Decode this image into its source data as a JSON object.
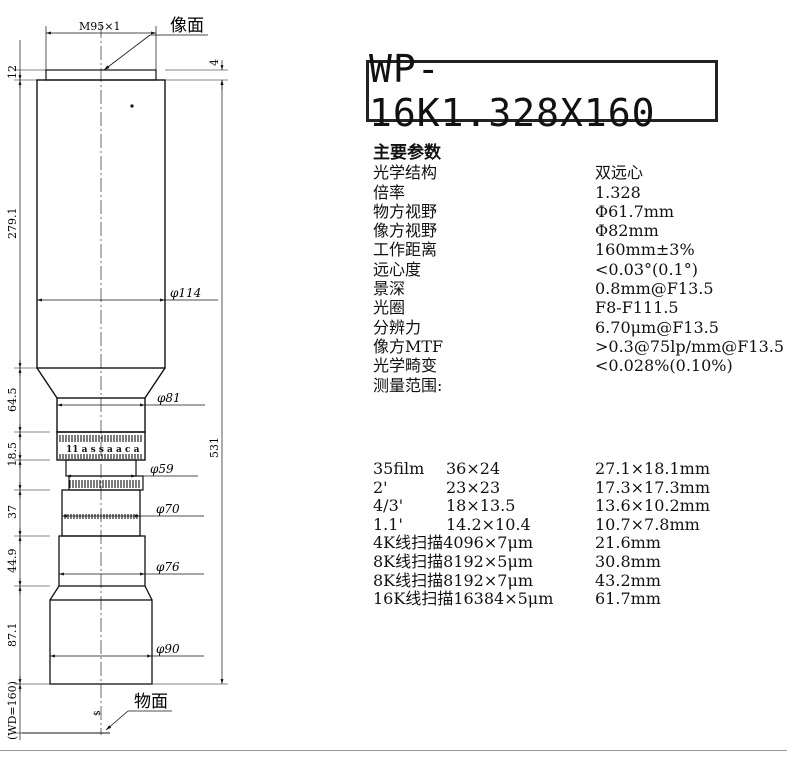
{
  "drawing": {
    "top_thread_label": "M95×1",
    "image_plane_label": "像面",
    "object_plane_label": "物面",
    "wd_label": "(WD=160)",
    "small_dim_label": "4",
    "length_labels": [
      "12",
      "279.1",
      "64.5",
      "18.5",
      "37",
      "44.9",
      "87.1"
    ],
    "total_length_label": "531",
    "diameter_labels": [
      "φ114",
      "φ81",
      "φ59",
      "φ70",
      "φ76",
      "φ90"
    ],
    "ring_engraving": "11 a s s a a c a",
    "bottom_mark": "$"
  },
  "model": "WP-16K1.328X160",
  "params": {
    "heading": "主要参数",
    "rows": [
      {
        "k": "光学结构",
        "v": "双远心"
      },
      {
        "k": "倍率",
        "v": "1.328"
      },
      {
        "k": "物方视野",
        "v": "Φ61.7mm"
      },
      {
        "k": "像方视野",
        "v": "Φ82mm"
      },
      {
        "k": "工作距离",
        "v": "160mm±3%"
      },
      {
        "k": "远心度",
        "v": "<0.03°(0.1°)"
      },
      {
        "k": "景深",
        "v": "0.8mm@F13.5"
      },
      {
        "k": "光圈",
        "v": "F8-F111.5"
      },
      {
        "k": "分辨力",
        "v": "6.70μm@F13.5"
      },
      {
        "k": "像方MTF",
        "v": ">0.3@75lp/mm@F13.5"
      },
      {
        "k": "光学畸变",
        "v": "<0.028%(0.10%)"
      },
      {
        "k": "测量范围:",
        "v": ""
      }
    ]
  },
  "measure": {
    "rows": [
      {
        "a": "35film",
        "b": "36×24",
        "c": "27.1×18.1mm"
      },
      {
        "a": "2'",
        "b": "23×23",
        "c": "17.3×17.3mm"
      },
      {
        "a": "4/3'",
        "b": "18×13.5",
        "c": "13.6×10.2mm"
      },
      {
        "a": "1.1'",
        "b": "14.2×10.4",
        "c": "10.7×7.8mm"
      }
    ],
    "wide_rows": [
      {
        "a": "4K线扫描4096×7μm",
        "c": "21.6mm"
      },
      {
        "a": "8K线扫描8192×5μm",
        "c": "30.8mm"
      },
      {
        "a": "8K线扫描8192×7μm",
        "c": "43.2mm"
      },
      {
        "a": "16K线扫描16384×5μm",
        "c": "61.7mm"
      }
    ]
  }
}
